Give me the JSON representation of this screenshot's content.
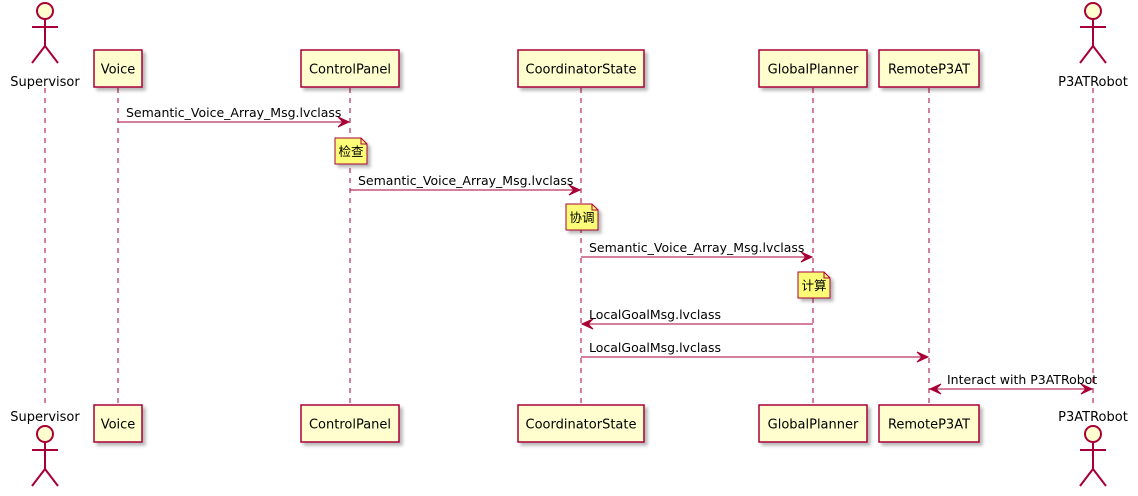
{
  "participants": [
    {
      "id": "supervisor",
      "label": "Supervisor",
      "kind": "actor"
    },
    {
      "id": "voice",
      "label": "Voice",
      "kind": "box"
    },
    {
      "id": "controlpanel",
      "label": "ControlPanel",
      "kind": "box"
    },
    {
      "id": "coordinatorstate",
      "label": "CoordinatorState",
      "kind": "box"
    },
    {
      "id": "globalplanner",
      "label": "GlobalPlanner",
      "kind": "box"
    },
    {
      "id": "remotep3at",
      "label": "RemoteP3AT",
      "kind": "box"
    },
    {
      "id": "p3atrobot",
      "label": "P3ATRobot",
      "kind": "actor"
    }
  ],
  "events": [
    {
      "type": "message",
      "from": "voice",
      "to": "controlpanel",
      "label": "Semantic_Voice_Array_Msg.lvclass",
      "bidirectional": false
    },
    {
      "type": "note",
      "on": "controlpanel",
      "label": "检查"
    },
    {
      "type": "message",
      "from": "controlpanel",
      "to": "coordinatorstate",
      "label": "Semantic_Voice_Array_Msg.lvclass",
      "bidirectional": false
    },
    {
      "type": "note",
      "on": "coordinatorstate",
      "label": "协调"
    },
    {
      "type": "message",
      "from": "coordinatorstate",
      "to": "globalplanner",
      "label": "Semantic_Voice_Array_Msg.lvclass",
      "bidirectional": false
    },
    {
      "type": "note",
      "on": "globalplanner",
      "label": "计算"
    },
    {
      "type": "message",
      "from": "globalplanner",
      "to": "coordinatorstate",
      "label": "LocalGoalMsg.lvclass",
      "bidirectional": false
    },
    {
      "type": "message",
      "from": "coordinatorstate",
      "to": "remotep3at",
      "label": "LocalGoalMsg.lvclass",
      "bidirectional": false
    },
    {
      "type": "message",
      "from": "remotep3at",
      "to": "p3atrobot",
      "label": "Interact with P3ATRobot",
      "bidirectional": true
    }
  ],
  "colors": {
    "participant_fill": "#FEFECE",
    "participant_border": "#A80036",
    "lifeline": "#A80036",
    "arrow": "#A80036",
    "note_fill": "#FBFB77",
    "note_border": "#A80036",
    "text": "#000000"
  }
}
